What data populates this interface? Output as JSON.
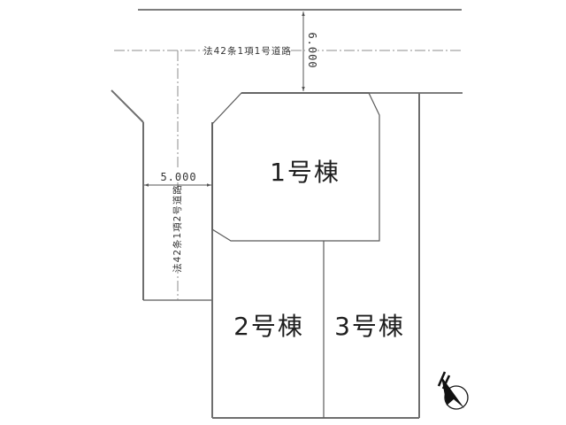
{
  "drawing_type": "site-plan",
  "lots": [
    {
      "label": "1号棟"
    },
    {
      "label": "2号棟"
    },
    {
      "label": "3号棟"
    }
  ],
  "roads": [
    {
      "label": "法42条1項1号道路",
      "width_dim": "6.000"
    },
    {
      "label": "法42条1項2号道路",
      "width_dim": "5.000"
    }
  ],
  "compass": {
    "icon": "north-arrow"
  },
  "colors": {
    "line": "#6e6e6e",
    "centerline": "#8c8c8c",
    "text": "#222222",
    "background": "#ffffff"
  }
}
